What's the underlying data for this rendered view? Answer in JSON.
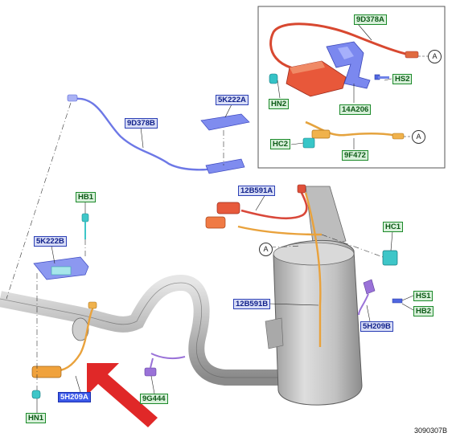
{
  "labels": {
    "inset_9D378A": "9D378A",
    "hs2": "HS2",
    "hn2": "HN2",
    "inset_14A206": "14A206",
    "hc2": "HC2",
    "inset_9F472": "9F472",
    "circle_a1": "A",
    "circle_a2": "A",
    "circle_a3": "A",
    "k5k222a": "5K222A",
    "d9d378b": "9D378B",
    "hb1": "HB1",
    "k5k222b": "5K222B",
    "b12b591a": "12B591A",
    "hc1": "HC1",
    "b12b591b": "12B591B",
    "hs1": "HS1",
    "hb2": "HB2",
    "h5h209b": "5H209B",
    "h5h209a": "5H209A",
    "g9g444": "9G444",
    "hn1": "HN1",
    "doc_id": "3090307B"
  },
  "colors": {
    "red_part": "#e0503a",
    "blue_part": "#6f7ee8",
    "orange_part": "#e9a23c",
    "purple_part": "#9a72d8",
    "cyan_part": "#3ec6c8",
    "pointer_arrow": "#e02828"
  }
}
